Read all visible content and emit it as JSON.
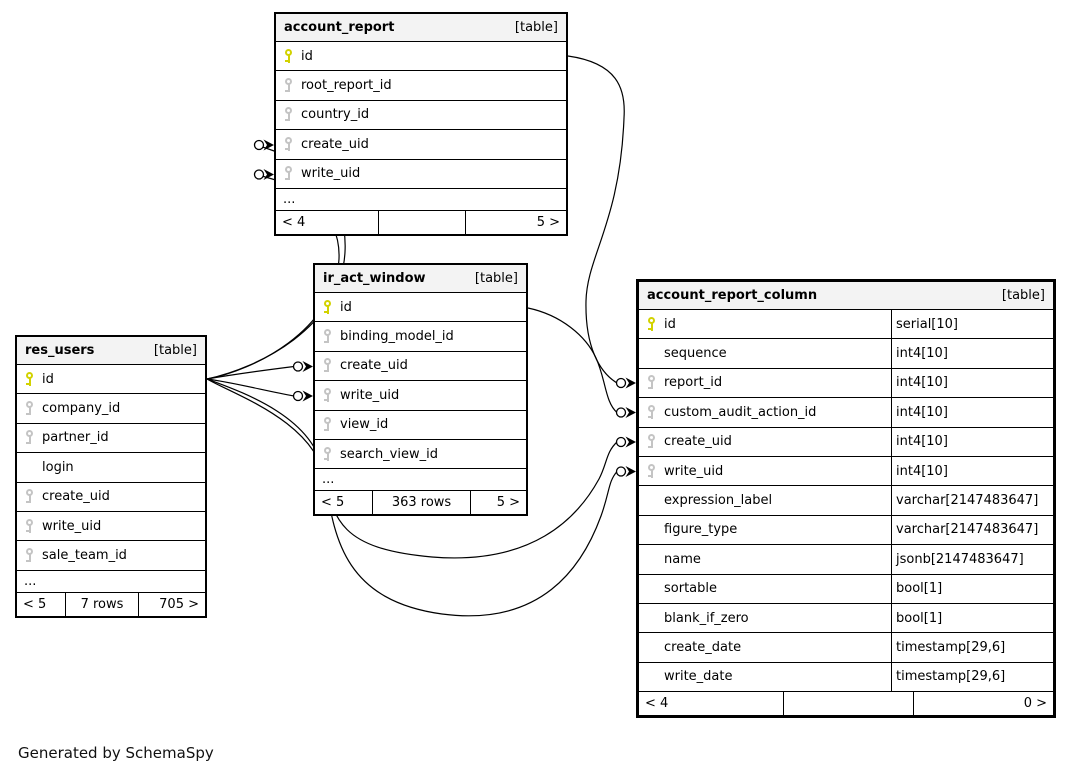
{
  "page": {
    "generator_note": "Generated by SchemaSpy"
  },
  "colors": {
    "header_bg": "#f3f3f3",
    "border": "#000000",
    "primary_key": "#d2d200",
    "foreign_key": "#c4c4c4"
  },
  "tables": [
    {
      "name": "account_report",
      "badge": "[table]",
      "columns": [
        {
          "name": "id",
          "key": "pk"
        },
        {
          "name": "root_report_id",
          "key": "fk"
        },
        {
          "name": "country_id",
          "key": "fk"
        },
        {
          "name": "create_uid",
          "key": "fk"
        },
        {
          "name": "write_uid",
          "key": "fk"
        }
      ],
      "ellipsis": "...",
      "footer": {
        "left": "< 4",
        "center": "",
        "right": "5 >"
      }
    },
    {
      "name": "ir_act_window",
      "badge": "[table]",
      "columns": [
        {
          "name": "id",
          "key": "pk"
        },
        {
          "name": "binding_model_id",
          "key": "fk"
        },
        {
          "name": "create_uid",
          "key": "fk"
        },
        {
          "name": "write_uid",
          "key": "fk"
        },
        {
          "name": "view_id",
          "key": "fk"
        },
        {
          "name": "search_view_id",
          "key": "fk"
        }
      ],
      "ellipsis": "...",
      "footer": {
        "left": "< 5",
        "center": "363 rows",
        "right": "5 >"
      }
    },
    {
      "name": "res_users",
      "badge": "[table]",
      "columns": [
        {
          "name": "id",
          "key": "pk"
        },
        {
          "name": "company_id",
          "key": "fk"
        },
        {
          "name": "partner_id",
          "key": "fk"
        },
        {
          "name": "login",
          "key": "none"
        },
        {
          "name": "create_uid",
          "key": "fk"
        },
        {
          "name": "write_uid",
          "key": "fk"
        },
        {
          "name": "sale_team_id",
          "key": "fk"
        }
      ],
      "ellipsis": "...",
      "footer": {
        "left": "< 5",
        "center": "7 rows",
        "right": "705 >"
      }
    },
    {
      "name": "account_report_column",
      "badge": "[table]",
      "columns": [
        {
          "name": "id",
          "key": "pk",
          "type": "serial[10]"
        },
        {
          "name": "sequence",
          "key": "none",
          "type": "int4[10]"
        },
        {
          "name": "report_id",
          "key": "fk",
          "type": "int4[10]"
        },
        {
          "name": "custom_audit_action_id",
          "key": "fk",
          "type": "int4[10]"
        },
        {
          "name": "create_uid",
          "key": "fk",
          "type": "int4[10]"
        },
        {
          "name": "write_uid",
          "key": "fk",
          "type": "int4[10]"
        },
        {
          "name": "expression_label",
          "key": "none",
          "type": "varchar[2147483647]"
        },
        {
          "name": "figure_type",
          "key": "none",
          "type": "varchar[2147483647]"
        },
        {
          "name": "name",
          "key": "none",
          "type": "jsonb[2147483647]"
        },
        {
          "name": "sortable",
          "key": "none",
          "type": "bool[1]"
        },
        {
          "name": "blank_if_zero",
          "key": "none",
          "type": "bool[1]"
        },
        {
          "name": "create_date",
          "key": "none",
          "type": "timestamp[29,6]"
        },
        {
          "name": "write_date",
          "key": "none",
          "type": "timestamp[29,6]"
        }
      ],
      "footer": {
        "left": "< 4",
        "center": "",
        "right": "0 >"
      }
    }
  ],
  "relationships": [
    {
      "from": "res_users.id",
      "to": "account_report.create_uid"
    },
    {
      "from": "res_users.id",
      "to": "account_report.write_uid"
    },
    {
      "from": "res_users.id",
      "to": "ir_act_window.create_uid"
    },
    {
      "from": "res_users.id",
      "to": "ir_act_window.write_uid"
    },
    {
      "from": "account_report.id",
      "to": "account_report_column.report_id"
    },
    {
      "from": "ir_act_window.id",
      "to": "account_report_column.custom_audit_action_id"
    },
    {
      "from": "res_users.id",
      "to": "account_report_column.create_uid"
    },
    {
      "from": "res_users.id",
      "to": "account_report_column.write_uid"
    }
  ]
}
